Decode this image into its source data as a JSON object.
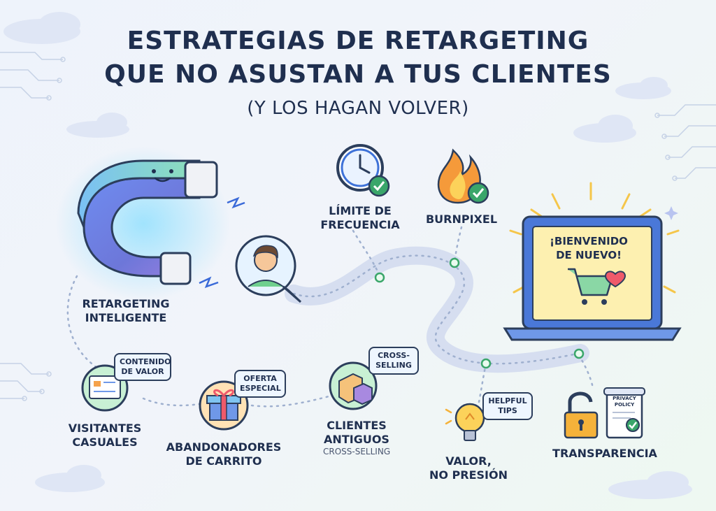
{
  "header": {
    "title_line1": "ESTRATEGIAS DE RETARGETING",
    "title_line2": "QUE NO ASUSTAN A TUS CLIENTES",
    "subtitle": "(Y LOS HAGAN VOLVER)"
  },
  "nodes": {
    "retargeting": "RETARGETING\nINTELIGENTE",
    "frecuencia": "LÍMITE DE\nFRECUENCIA",
    "burnpixel": "BURNPIXEL",
    "visitantes": "VISITANTES\nCASUALES",
    "abandonadores": "ABANDONADORES\nDE CARRITO",
    "clientes": "CLIENTES\nANTIGUOS",
    "clientes_sub": "CROSS-SELLING",
    "valor": "VALOR,\nNO PRESIÓN",
    "transparencia": "TRANSPARENCIA"
  },
  "bubbles": {
    "contenido": "CONTENIDO\nDE VALOR",
    "oferta": "OFERTA\nESPECIAL",
    "cross": "CROSS-\nSELLING",
    "helpful": "HELPFUL\nTIPS",
    "privacy": "PRIVACY\nPOLICY"
  },
  "screen": {
    "message": "¡BIENVENIDO\nDE NUEVO!"
  },
  "colors": {
    "navy": "#1f2f4f",
    "accent_green": "#3aa66a",
    "magnet_blue": "#5a7fe0",
    "screen_yellow": "#fdf0b0",
    "glow": "#6fd0ff"
  },
  "icons": [
    "magnet-icon",
    "user-avatar-icon",
    "clock-check-icon",
    "flame-check-icon",
    "laptop-icon",
    "cart-heart-icon",
    "chat-window-icon",
    "gift-icon",
    "box-icon",
    "lightbulb-icon",
    "padlock-icon",
    "document-check-icon",
    "cloud-icon",
    "circuit-icon"
  ]
}
